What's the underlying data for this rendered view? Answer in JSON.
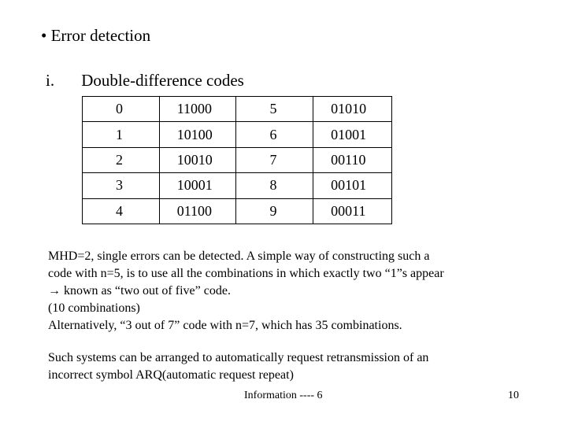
{
  "title": "• Error detection",
  "section": {
    "number": "i.",
    "label": "Double-difference codes"
  },
  "table": {
    "rows": [
      [
        "0",
        "11000",
        "5",
        "01010"
      ],
      [
        "1",
        "10100",
        "6",
        "01001"
      ],
      [
        "2",
        "10010",
        "7",
        "00110"
      ],
      [
        "3",
        "10001",
        "8",
        "00101"
      ],
      [
        "4",
        "01100",
        "9",
        "00011"
      ]
    ]
  },
  "paragraph1": [
    "MHD=2,  single errors can be detected.  A simple way of constructing such a",
    "code with n=5, is to use all the combinations in which exactly two “1”s appear",
    "→ known as “two out of five” code.",
    "(10 combinations)",
    "Alternatively,   “3 out of 7” code with n=7, which has 35  combinations."
  ],
  "paragraph2": [
    "Such systems can be arranged to automatically request retransmission of an",
    "incorrect symbol ARQ(automatic request repeat)"
  ],
  "footer": {
    "center": "Information ---- 6",
    "page": "10"
  }
}
